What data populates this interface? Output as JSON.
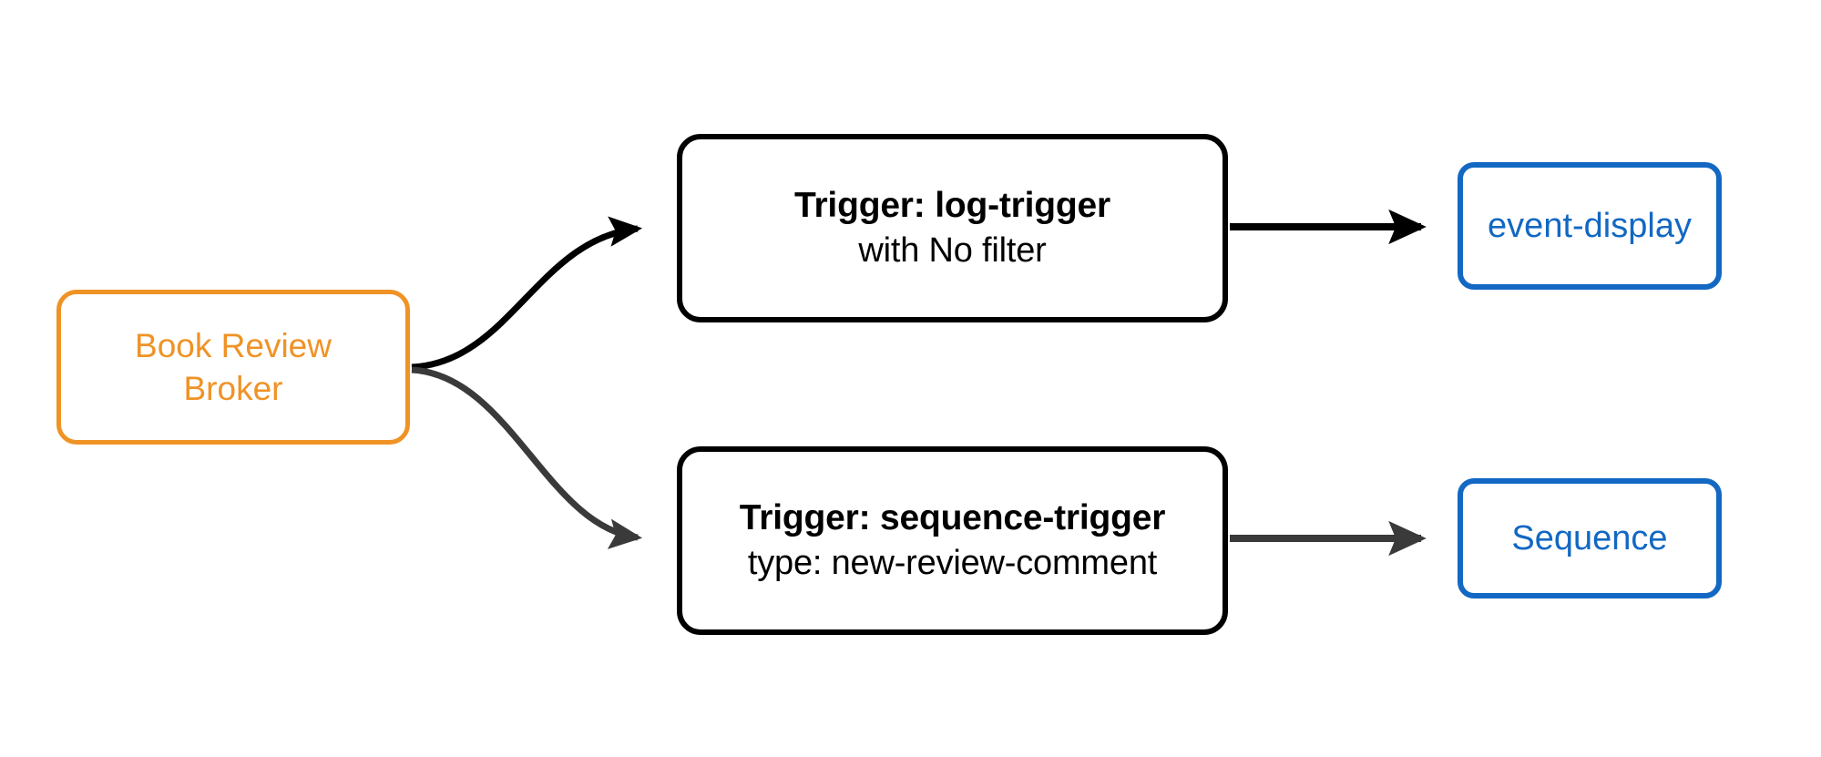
{
  "diagram": {
    "type": "event-broker-flow",
    "background_color": "#ffffff",
    "nodes": {
      "broker": {
        "name": "Book Review Broker",
        "line1": "Book Review",
        "line2": "Broker",
        "color": "#ef9326",
        "shape": "rounded-rectangle"
      },
      "trigger_log": {
        "title": "Trigger: log-trigger",
        "subtitle": "with No filter",
        "color": "#000000",
        "shape": "rounded-rectangle"
      },
      "trigger_sequence": {
        "title": "Trigger: sequence-trigger",
        "subtitle": "type: new-review-comment",
        "color": "#000000",
        "shape": "rounded-rectangle"
      },
      "event_display": {
        "label": "event-display",
        "color": "#1268c3",
        "shape": "rounded-rectangle"
      },
      "sequence": {
        "label": "Sequence",
        "color": "#1268c3",
        "shape": "rounded-rectangle"
      }
    },
    "edges": [
      {
        "id": "broker-to-trigger-log",
        "from": "broker",
        "to": "trigger_log",
        "style": "curved",
        "color": "#000000",
        "arrowhead": "filled-triangle"
      },
      {
        "id": "broker-to-trigger-sequence",
        "from": "broker",
        "to": "trigger_sequence",
        "style": "curved",
        "color": "#3a3a3a",
        "arrowhead": "filled-triangle"
      },
      {
        "id": "trigger-log-to-event-display",
        "from": "trigger_log",
        "to": "event_display",
        "style": "straight",
        "color": "#000000",
        "arrowhead": "filled-triangle"
      },
      {
        "id": "trigger-sequence-to-sequence",
        "from": "trigger_sequence",
        "to": "sequence",
        "style": "straight",
        "color": "#3a3a3a",
        "arrowhead": "filled-triangle"
      }
    ]
  }
}
